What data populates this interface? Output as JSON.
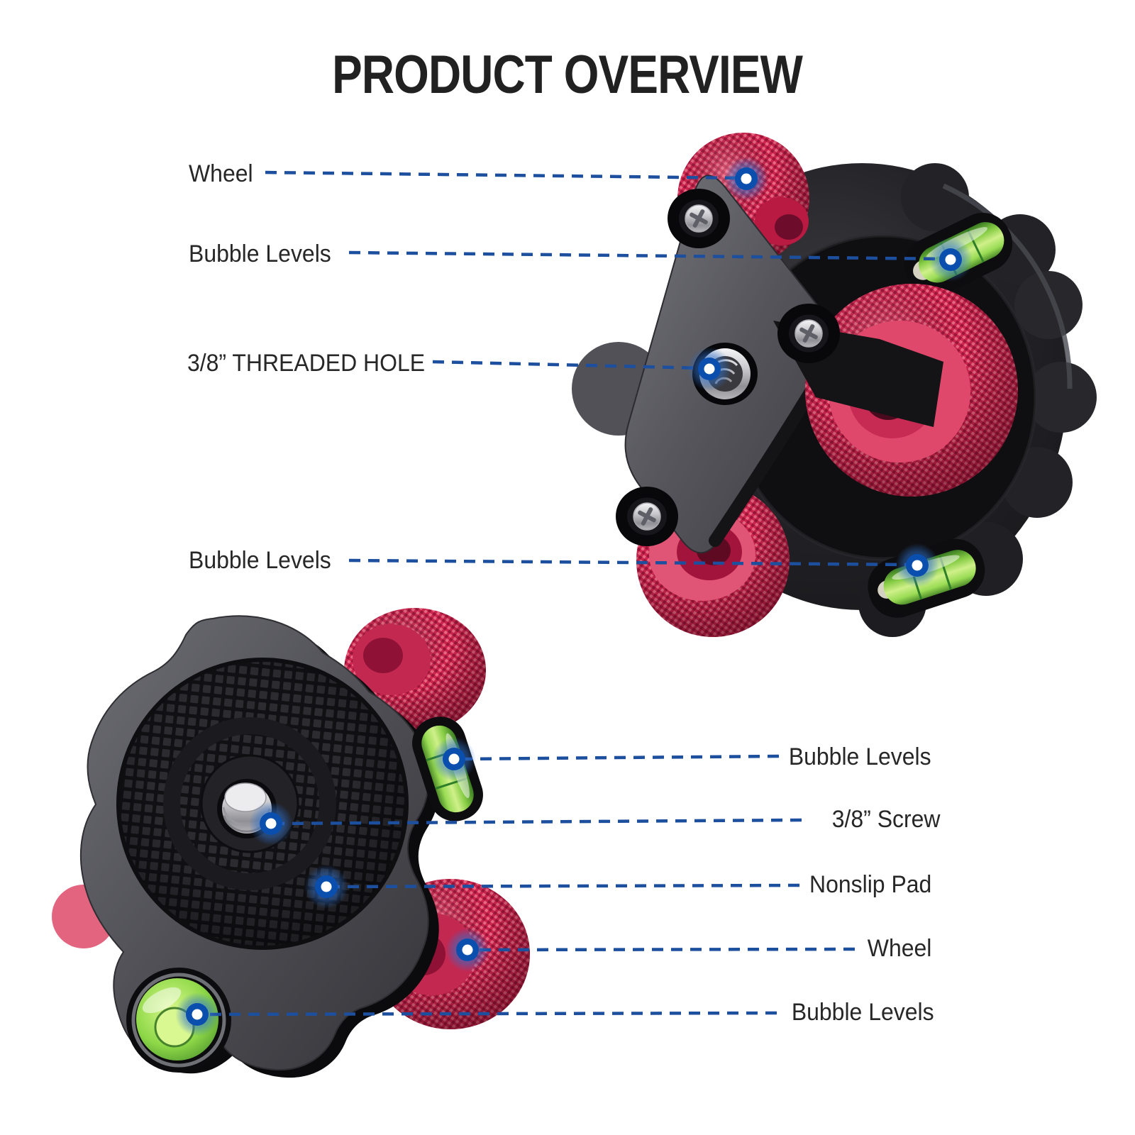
{
  "page": {
    "title": "PRODUCT OVERVIEW"
  },
  "callouts": {
    "top_product": [
      {
        "label": "Wheel"
      },
      {
        "label": "Bubble Levels"
      },
      {
        "label": "3/8” THREADED HOLE"
      },
      {
        "label": "Bubble Levels"
      }
    ],
    "bottom_product": [
      {
        "label": "Bubble Levels"
      },
      {
        "label": "3/8” Screw"
      },
      {
        "label": "Nonslip Pad"
      },
      {
        "label": "Wheel"
      },
      {
        "label": "Bubble Levels"
      }
    ]
  },
  "style_colors": {
    "background": "#ffffff",
    "title_text": "#212121",
    "label_text": "#272727",
    "callout_line_blue": "#1d4f9f",
    "callout_dot_blue": "#0b4fae",
    "wheel_red": "#d62a55",
    "bubble_level_green": "#8ed848",
    "plate_gray": "#55555b",
    "body_black": "#17171a"
  }
}
